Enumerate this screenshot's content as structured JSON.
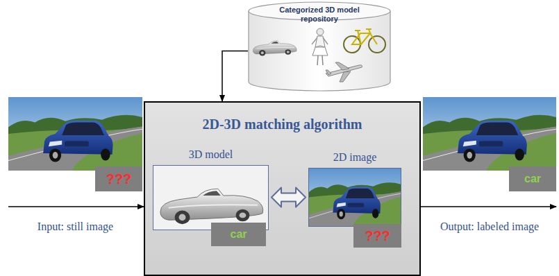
{
  "diagram": {
    "nodes": [
      {
        "text": [
          "Categorized 3D model repository"
        ]
      },
      {
        "text": [
          "Input: still image"
        ]
      },
      {
        "text": [
          "???"
        ],
        "in": 1
      },
      {
        "text": [
          "2D-3D matching algorithm"
        ]
      },
      {
        "text": [
          "3D model"
        ],
        "in": 3
      },
      {
        "text": [
          "car"
        ],
        "in": 4
      },
      {
        "text": [
          "2D image"
        ],
        "in": 3
      },
      {
        "text": [
          "???"
        ],
        "in": 6
      },
      {
        "text": [
          "Output: labeled image"
        ]
      },
      {
        "text": [
          "car"
        ],
        "in": 8
      }
    ],
    "edges": [
      {
        "from": 0,
        "to": 3,
        "arrow": "to"
      },
      {
        "from": 1,
        "to": 3,
        "arrow": "to"
      },
      {
        "from": 4,
        "to": 6,
        "arrow": "both"
      },
      {
        "from": 3,
        "to": 8,
        "arrow": "to"
      }
    ]
  }
}
